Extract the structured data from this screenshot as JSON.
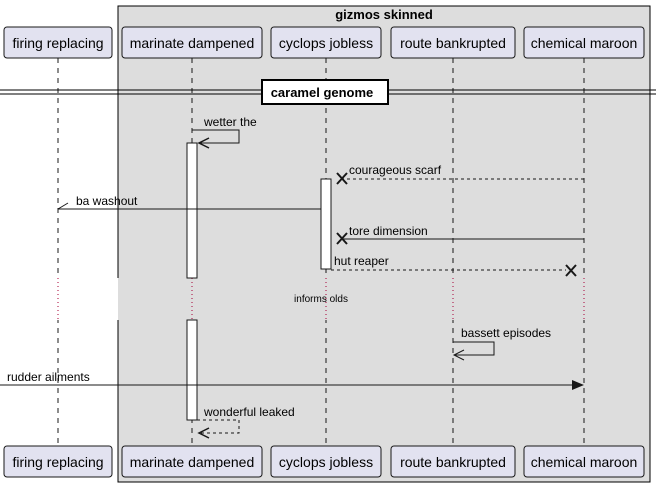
{
  "group": {
    "title": "gizmos skinned"
  },
  "divider": {
    "label": "caramel genome"
  },
  "participants": [
    {
      "id": "p0",
      "name": "firing replacing"
    },
    {
      "id": "p1",
      "name": "marinate dampened"
    },
    {
      "id": "p2",
      "name": "cyclops jobless"
    },
    {
      "id": "p3",
      "name": "route bankrupted"
    },
    {
      "id": "p4",
      "name": "chemical maroon"
    }
  ],
  "messages": [
    {
      "id": "m1",
      "from": "marinate dampened",
      "to": "marinate dampened",
      "label": "wetter the",
      "style": "solid-self"
    },
    {
      "id": "m2",
      "from": "chemical maroon",
      "to": "cyclops jobless",
      "label": "courageous scarf",
      "style": "dashed-lost"
    },
    {
      "id": "m3",
      "from": "cyclops jobless",
      "to": "firing replacing",
      "label": "ba washout",
      "style": "solid-half"
    },
    {
      "id": "m4",
      "from": "chemical maroon",
      "to": "cyclops jobless",
      "label": "tore dimension",
      "style": "solid-lost"
    },
    {
      "id": "m5",
      "from": "cyclops jobless",
      "to": "chemical maroon",
      "label": "hut reaper",
      "style": "dashed-lost"
    },
    {
      "id": "m6",
      "from": "route bankrupted",
      "to": "route bankrupted",
      "label": "bassett episodes",
      "style": "solid-self-open"
    },
    {
      "id": "m7",
      "from": "left edge",
      "to": "chemical maroon",
      "label": "rudder ailments",
      "style": "solid"
    },
    {
      "id": "m8",
      "from": "marinate dampened",
      "to": "marinate dampened",
      "label": "wonderful leaked",
      "style": "dashed-self"
    }
  ],
  "delay": {
    "label": "informs olds"
  },
  "colors": {
    "participant_fill": "#e2e2f0",
    "participant_border": "#181818",
    "group_fill": "#dddddd",
    "lifeline": "#181818",
    "delay_dots": "#a80036"
  }
}
